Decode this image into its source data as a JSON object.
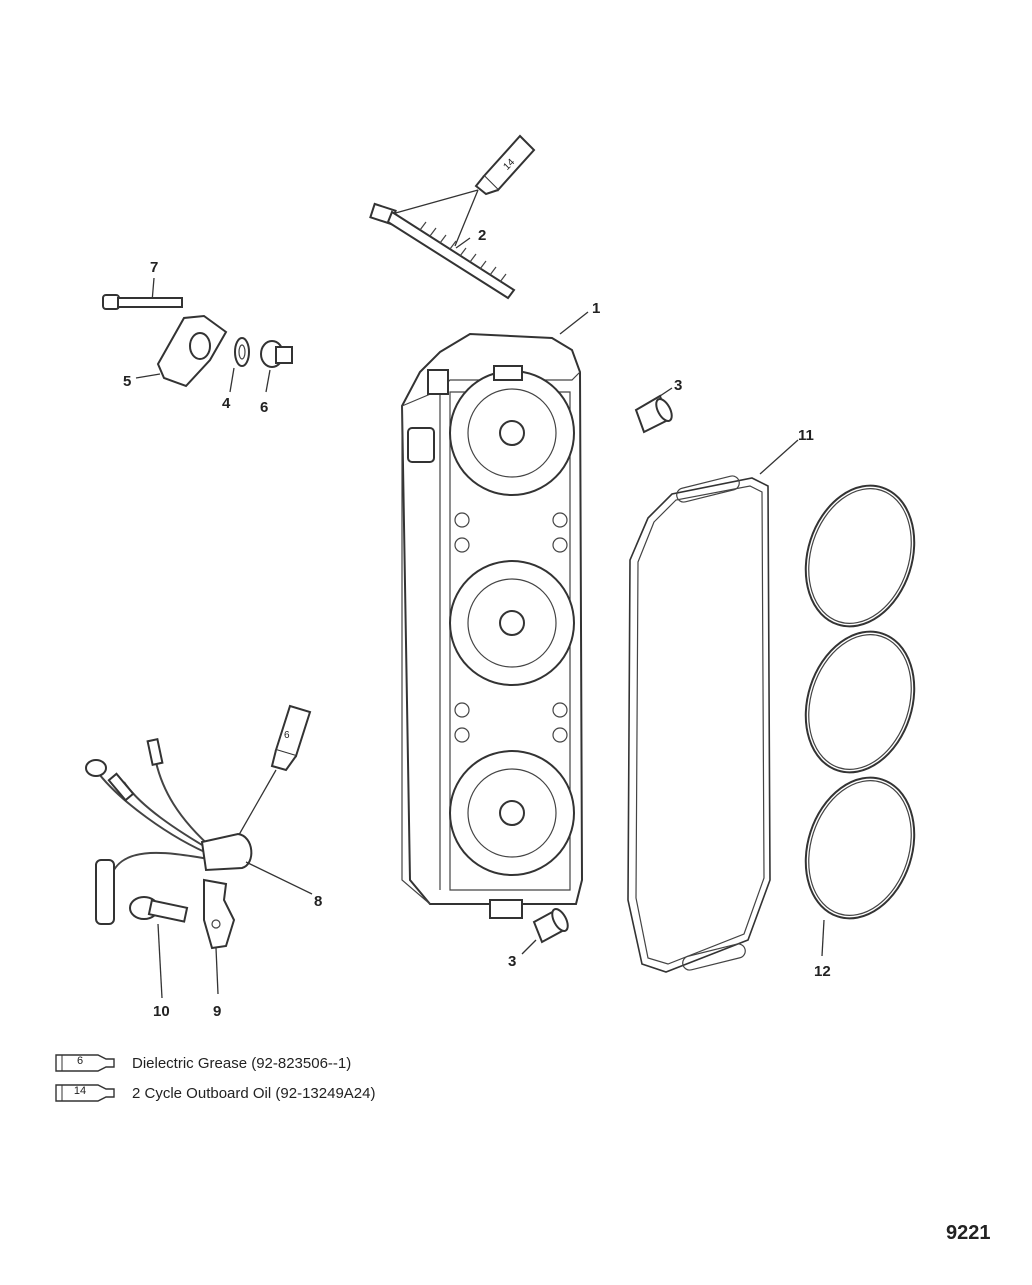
{
  "callouts": {
    "c1": "1",
    "c2": "2",
    "c3a": "3",
    "c3b": "3",
    "c4": "4",
    "c5": "5",
    "c6": "6",
    "c7": "7",
    "c8": "8",
    "c9": "9",
    "c10": "10",
    "c11": "11",
    "c12": "12"
  },
  "tubes": {
    "t_oil": "14",
    "t_grease": "6"
  },
  "legend": [
    {
      "tube": "6",
      "text": "Dielectric Grease (92-823506--1)"
    },
    {
      "tube": "14",
      "text": "2 Cycle Outboard Oil (92-13249A24)"
    }
  ],
  "reference_number": "9221"
}
